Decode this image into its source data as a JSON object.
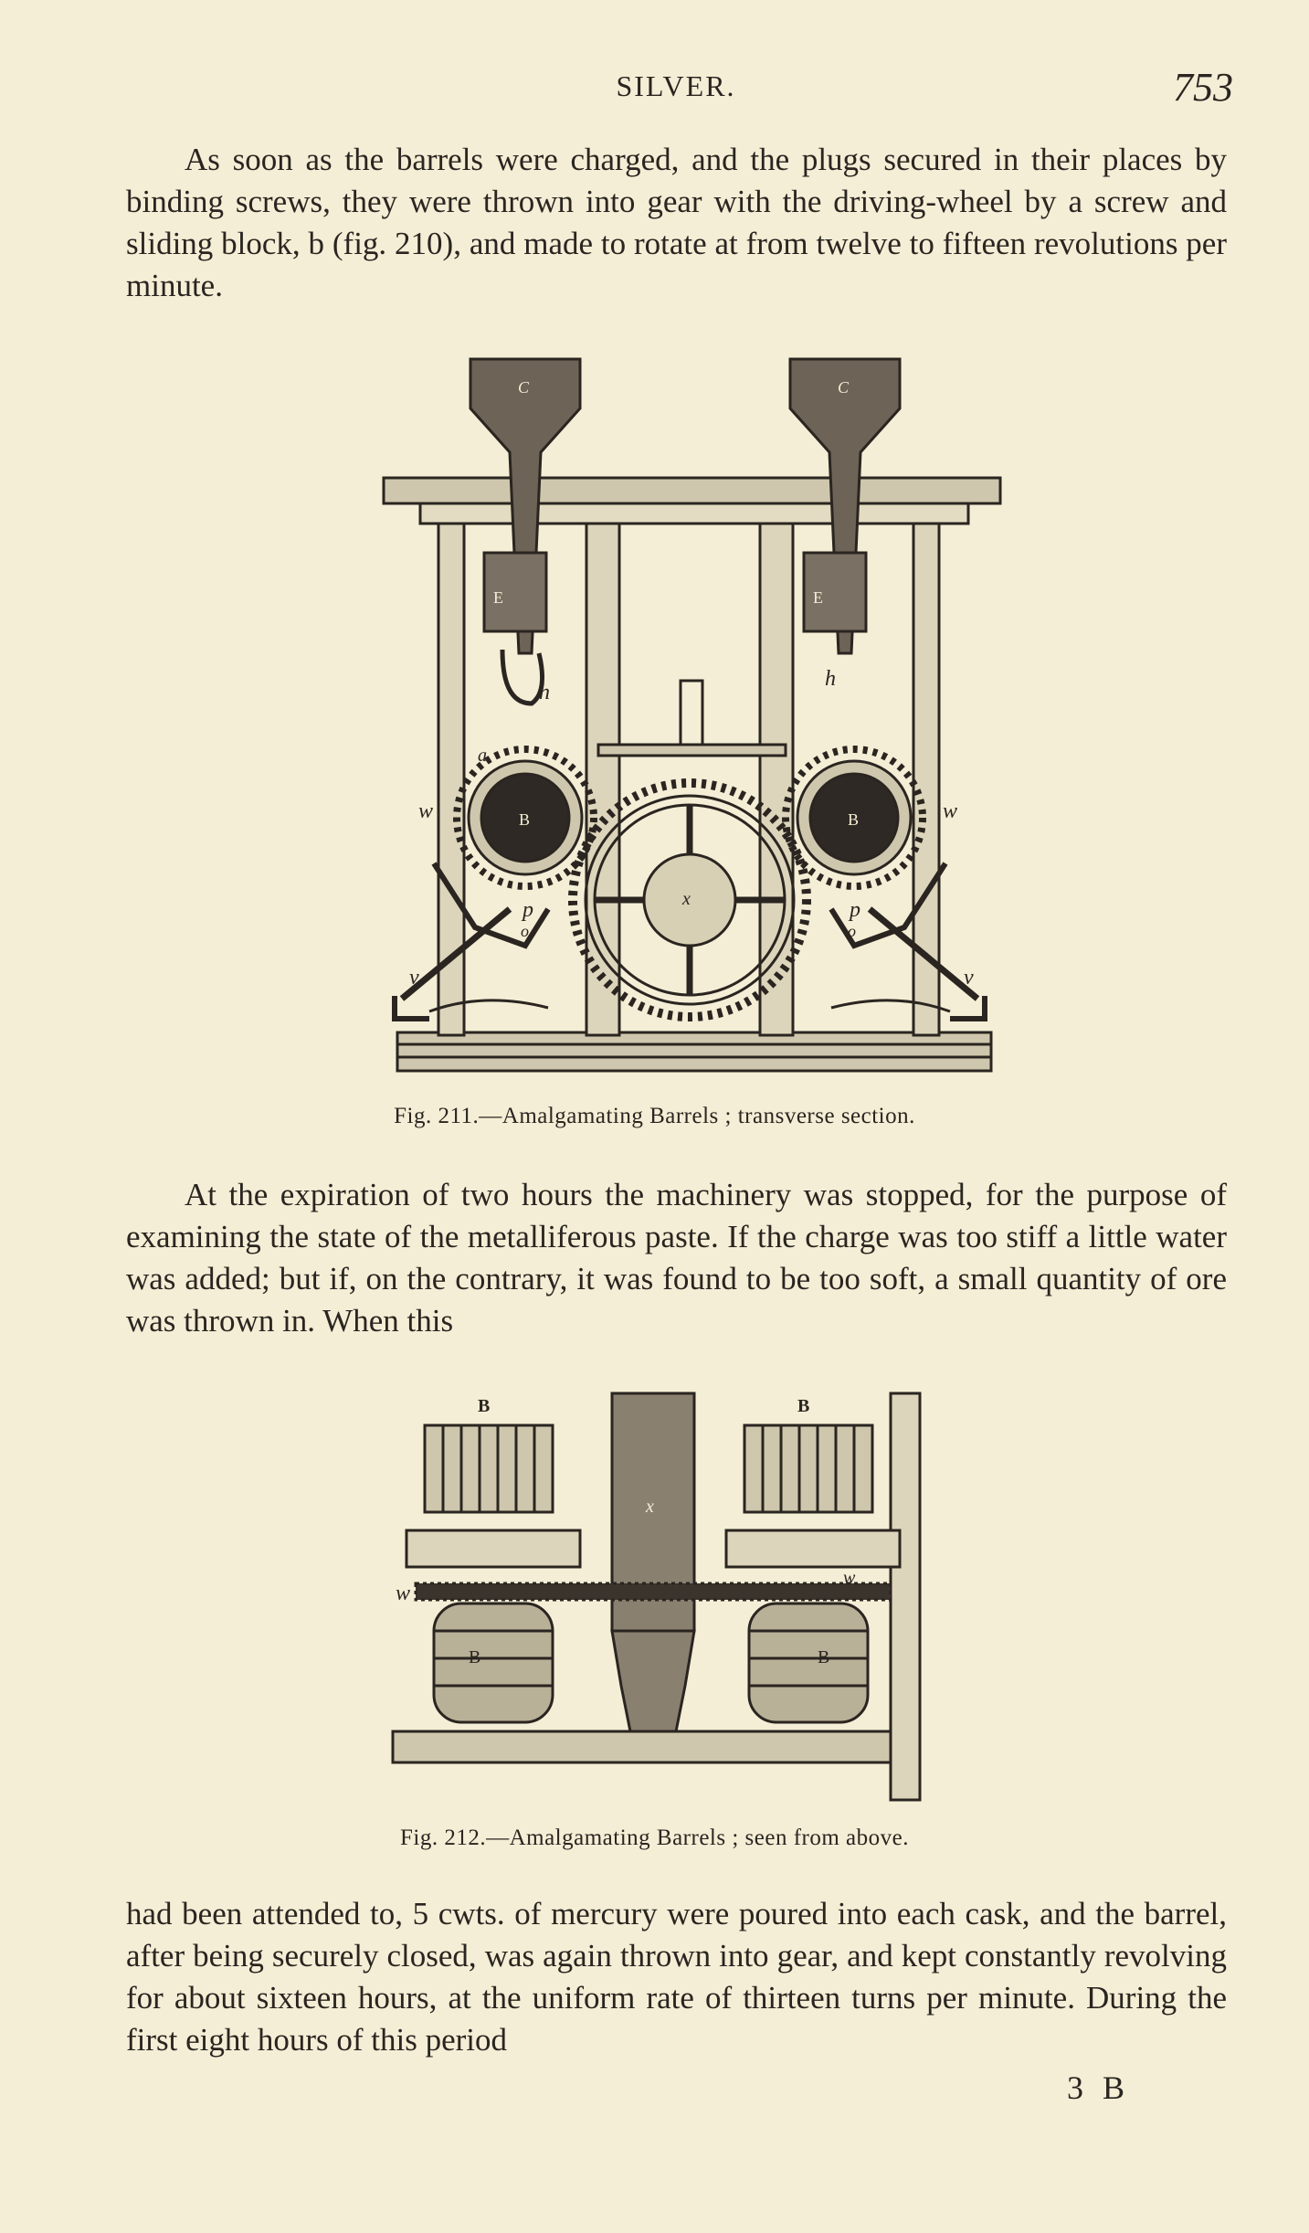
{
  "header": {
    "running_title": "SILVER.",
    "page_number": "753"
  },
  "paragraphs": {
    "p1": "As soon as the barrels were charged, and the plugs secured in their places by binding screws, they were thrown into gear with the driving-wheel by a screw and sliding block, b (fig. 210), and made to rotate at from twelve to fifteen revolutions per minute.",
    "p2": "At the expiration of two hours the machinery was stopped, for the purpose of examining the state of the metalliferous paste. If the charge was too stiff a little water was added; but if, on the contrary, it was found to be too soft, a small quantity of ore was thrown in. When this",
    "p3": "had been attended to, 5 cwts. of mercury were poured into each cask, and the barrel, after being securely closed, was again thrown into gear, and kept constantly revolving for about sixteen hours, at the uniform rate of thirteen turns per minute. During the first eight hours of this period"
  },
  "figures": {
    "fig211": {
      "caption": "Fig. 211.—Amalgamating Barrels ; transverse section.",
      "labels": {
        "c_left": "C",
        "c_right": "C",
        "e_left": "E",
        "e_right": "E",
        "h_left": "h",
        "h_right": "h",
        "a": "a",
        "w_left": "w",
        "w_right": "w",
        "b_left": "B",
        "b_right": "B",
        "x": "x",
        "p_left": "p",
        "p_right": "p",
        "o_left": "o",
        "o_right": "o",
        "v_left": "v",
        "v_right": "v"
      }
    },
    "fig212": {
      "caption": "Fig. 212.—Amalgamating Barrels ; seen from above.",
      "labels": {
        "b_top_left": "B",
        "b_top_right": "B",
        "b_lower_left": "B",
        "b_lower_right": "B",
        "x": "x",
        "w_left": "w",
        "w_right": "w"
      }
    }
  },
  "signature": "3 B",
  "colors": {
    "paper": "#f4eed6",
    "ink": "#2a2520"
  }
}
